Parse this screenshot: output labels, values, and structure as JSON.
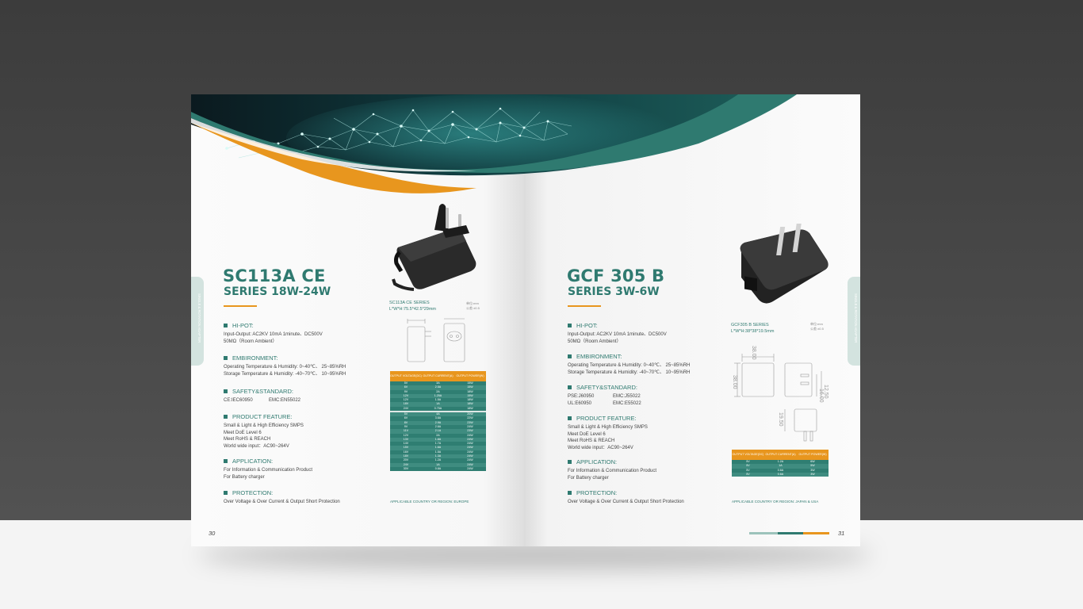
{
  "left": {
    "model": "SC113A CE",
    "series": "SERIES 18W-24W",
    "image_caption_1": "SC113A CE SERIES",
    "image_caption_2": "L*W*H:75.5*42.5*29mm",
    "unit_1": "单位:mm",
    "unit_2": "公差:±0.5",
    "side_tab": "SINGLE & ROTATION ADAPTER",
    "page_number": "30",
    "country": "APPLICABLE COUNTRY OR REGION:   EUROPE",
    "sections": {
      "hipot": {
        "heading": "HI-POT:",
        "lines": [
          "Input-Output: AC2KV 10mA 1minute、DC500V",
          "50MΩ（Room Ambient）"
        ]
      },
      "environment": {
        "heading": "EMBIRONMENT:",
        "lines": [
          "Operating Temperature & Humidity: 0~40℃、 25~85%RH",
          "Storage Temperature & Humidity: -40~70℃、 10~95%RH"
        ]
      },
      "safety": {
        "heading": "SAFETY&STANDARD:",
        "row1": [
          "CE:IEC60950",
          "EMC:EN55022"
        ]
      },
      "feature": {
        "heading": "PRODUCT FEATURE:",
        "lines": [
          "Small & Light & High Efficiency SMPS",
          "Meet DoE Level 6",
          "Meet RoHS & REACH",
          "World wide input：AC90~264V"
        ]
      },
      "application": {
        "heading": "APPLICATION:",
        "lines": [
          "For Information & Communication Product",
          "For Battery charger"
        ]
      },
      "protection": {
        "heading": "PROTECTION:",
        "lines": [
          "Over Voltage & Over Current & Output Short Protection"
        ]
      }
    },
    "table": {
      "headers": [
        "OUTPUT VOLTAGE(DC)",
        "OUTPUT CURRENT(A)",
        "OUTPUT POWER(W)"
      ],
      "rows": [
        [
          "5V",
          "3A",
          "15W"
        ],
        [
          "6V",
          "2.5A",
          "15W"
        ],
        [
          "9V",
          "2A",
          "18W"
        ],
        [
          "12V",
          "1.25A",
          "15W"
        ],
        [
          "12V",
          "1.5A",
          "18W"
        ],
        [
          "18V",
          "1A",
          "18W"
        ],
        [
          "24V",
          "0.75A",
          "18W"
        ],
        [
          "5V",
          "4A",
          "20W"
        ],
        [
          "6V",
          "3.6A",
          "22W"
        ],
        [
          "8V",
          "2.9A",
          "23W"
        ],
        [
          "9V",
          "2.6A",
          "24W"
        ],
        [
          "11V",
          "2.1A",
          "23W"
        ],
        [
          "12V",
          "2A",
          "24W"
        ],
        [
          "13V",
          "1.8A",
          "24W"
        ],
        [
          "14V",
          "1.7A",
          "24W"
        ],
        [
          "15V",
          "1.6A",
          "24W"
        ],
        [
          "16V",
          "1.5A",
          "24W"
        ],
        [
          "18V",
          "1.3A",
          "24W"
        ],
        [
          "20V",
          "1.2A",
          "24W"
        ],
        [
          "24V",
          "1A",
          "24W"
        ],
        [
          "30V",
          "0.8A",
          "24W"
        ]
      ]
    }
  },
  "right": {
    "model": "GCF   305 B",
    "series": "SERIES  3W-6W",
    "image_caption_1": "GCF305 B SERIES",
    "image_caption_2": "L*W*H:38*38*19.5mm",
    "unit_1": "单位:mm",
    "unit_2": "公差:±0.5",
    "side_tab": "SINGLE & ROTATION ADAPTER",
    "page_number": "31",
    "country": "APPLICABLE COUNTRY OR REGION:   JAPAN & USA",
    "dims": [
      "38.00",
      "38.00",
      "16.00",
      "12.50",
      "19.50"
    ],
    "sections": {
      "hipot": {
        "heading": "HI-POT:",
        "lines": [
          "Input-Output: AC2KV 10mA 1minute、DC500V",
          "50MΩ（Room Ambient）"
        ]
      },
      "environment": {
        "heading": "EMBIRONMENT:",
        "lines": [
          "Operating Temperature & Humidity: 0~40℃、 25~85%RH",
          "Storage Temperature & Humidity: -40~70℃、 10~95%RH"
        ]
      },
      "safety": {
        "heading": "SAFETY&STANDARD:",
        "row1": [
          "PSE:J60950",
          "EMC:J55022"
        ],
        "row2": [
          "UL:E60950",
          "EMC:E55022"
        ]
      },
      "feature": {
        "heading": "PRODUCT FEATURE:",
        "lines": [
          "Small & Light & High Efficiency SMPS",
          "Meet DoE Level 6",
          "Meet RoHS & REACH",
          "World wide input：AC90~264V"
        ]
      },
      "application": {
        "heading": "APPLICATION:",
        "lines": [
          "For Information & Communication Product",
          "For Battery charger"
        ]
      },
      "protection": {
        "heading": "PROTECTION:",
        "lines": [
          "Over Voltage & Over Current & Output Short Protection"
        ]
      }
    },
    "table": {
      "headers": [
        "OUTPUT VOLTAGE(DC)",
        "OUTPUT CURRENT(A)",
        "OUTPUT POWER(W)"
      ],
      "rows": [
        [
          "5V",
          "1.2A",
          "6W"
        ],
        [
          "5V",
          "1A",
          "5W"
        ],
        [
          "5V",
          "0.6A",
          "3W"
        ],
        [
          "5V",
          "0.6A",
          "3W"
        ]
      ]
    }
  },
  "colors": {
    "teal": "#2f7a70",
    "orange": "#e8961e",
    "header_dark": "#0e2a30"
  }
}
